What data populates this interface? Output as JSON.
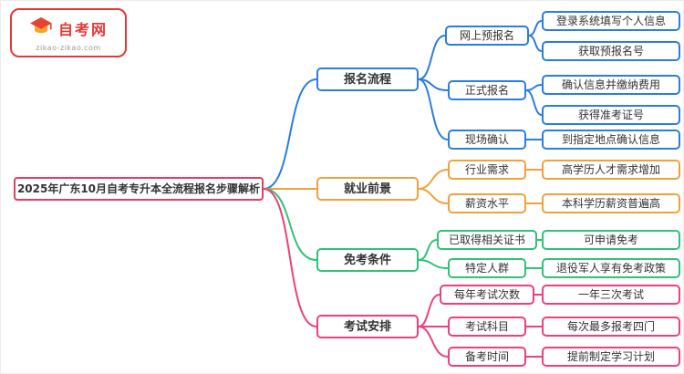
{
  "page": {
    "background": "#ffffff"
  },
  "logo": {
    "site_name": "自考网",
    "site_url": "zikao-zikao.com",
    "icon": "graduation-cap-icon",
    "brand_color": "#e53935"
  },
  "root": {
    "title": "2025年广东10月自考专升本全流程报名步骤解析",
    "border_color": "#e23e62"
  },
  "branches": [
    {
      "label": "报名流程",
      "color": "#2a7de1",
      "children": [
        {
          "label": "网上预报名",
          "children": [
            {
              "label": "登录系统填写个人信息"
            },
            {
              "label": "获取预报名号"
            }
          ]
        },
        {
          "label": "正式报名",
          "children": [
            {
              "label": "确认信息并缴纳费用"
            },
            {
              "label": "获得准考证号"
            }
          ]
        },
        {
          "label": "现场确认",
          "children": [
            {
              "label": "到指定地点确认信息"
            }
          ]
        }
      ]
    },
    {
      "label": "就业前景",
      "color": "#f0a13c",
      "children": [
        {
          "label": "行业需求",
          "children": [
            {
              "label": "高学历人才需求增加"
            }
          ]
        },
        {
          "label": "薪资水平",
          "children": [
            {
              "label": "本科学历薪资普遍高"
            }
          ]
        }
      ]
    },
    {
      "label": "免考条件",
      "color": "#30c279",
      "children": [
        {
          "label": "已取得相关证书",
          "children": [
            {
              "label": "可申请免考"
            }
          ]
        },
        {
          "label": "特定人群",
          "children": [
            {
              "label": "退役军人享有免考政策"
            }
          ]
        }
      ]
    },
    {
      "label": "考试安排",
      "color": "#ee3f7e",
      "children": [
        {
          "label": "每年考试次数",
          "children": [
            {
              "label": "一年三次考试"
            }
          ]
        },
        {
          "label": "考试科目",
          "children": [
            {
              "label": "每次最多报考四门"
            }
          ]
        },
        {
          "label": "备考时间",
          "children": [
            {
              "label": "提前制定学习计划"
            }
          ]
        }
      ]
    }
  ]
}
